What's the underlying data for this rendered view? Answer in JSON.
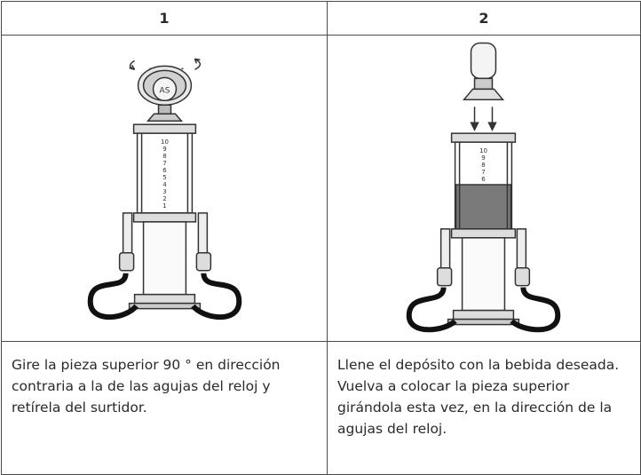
{
  "steps": [
    {
      "number": "1",
      "text": "Gire la pieza superior 90 ° en dirección contraria a la de las agujas del reloj y retírela del surtidor.",
      "scale": [
        "10",
        "9",
        "8",
        "7",
        "6",
        "5",
        "4",
        "3",
        "2",
        "1"
      ],
      "arrows": "rotate-arrows-icon"
    },
    {
      "number": "2",
      "text": "Llene el depósito con la bebida deseada. Vuelva a colocar la pieza superior girándola esta vez, en la dirección de la agujas del reloj.",
      "scale": [
        "10",
        "9",
        "8",
        "7",
        "6"
      ],
      "arrows": "down-arrows-icon"
    }
  ]
}
